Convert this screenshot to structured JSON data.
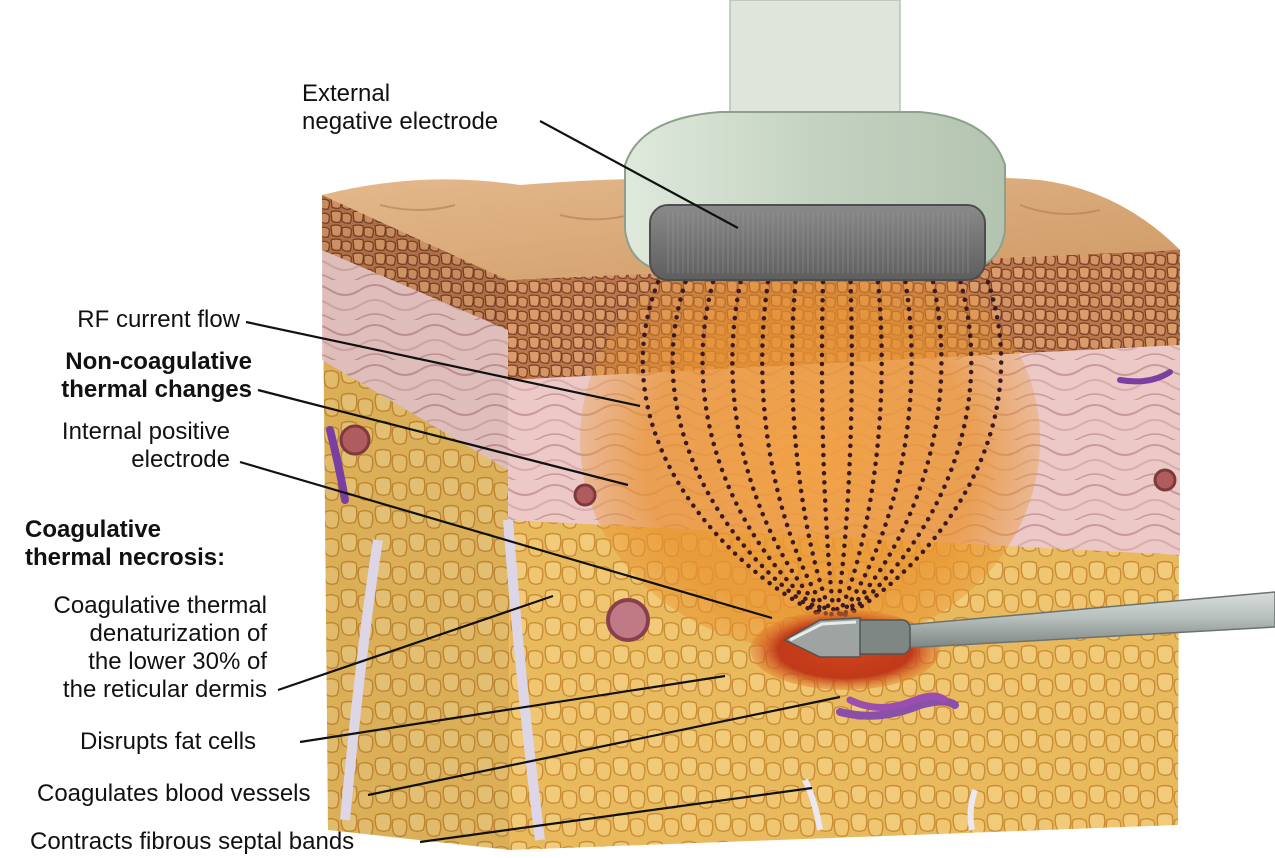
{
  "title": "",
  "labels": {
    "external_electrode": "External\nnegative electrode",
    "rf_current": "RF current flow",
    "non_coag": "Non-coagulative\nthermal changes",
    "internal_electrode": "Internal positive\nelectrode",
    "coag_header": "Coagulative\nthermal necrosis:",
    "denaturization": "Coagulative thermal\ndenaturization of\nthe lower 30% of\nthe reticular dermis",
    "fat_cells": "Disrupts fat cells",
    "blood_vessels": "Coagulates blood vessels",
    "septal_bands": "Contracts fibrous septal bands"
  },
  "colors": {
    "skin_top": "#d9a877",
    "epidermis": "#9b5a3a",
    "dermis": "#e9c2c2",
    "fat": "#e8b65a",
    "heat": "#e98a2a",
    "necrosis": "#c83a1a",
    "electrode_body": "#c9d6c7",
    "electrode_plate": "#707070",
    "probe": "#a8b0ae",
    "dots": "#3a1a26",
    "vessel": "#7a3fa0"
  }
}
